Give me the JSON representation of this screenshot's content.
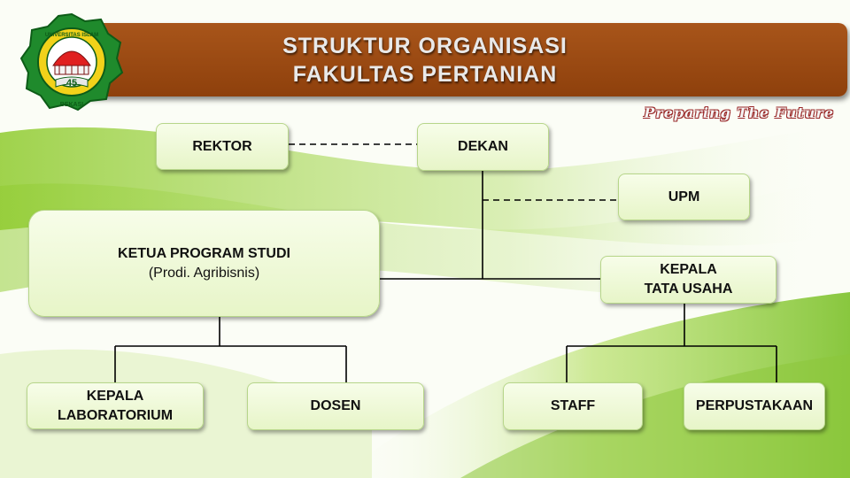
{
  "header": {
    "title_line1": "STRUKTUR ORGANISASI",
    "title_line2": "FAKULTAS PERTANIAN"
  },
  "logo": {
    "ring_text": "UNIVERSITAS ISLAM",
    "number": "45",
    "city": "BEKASI"
  },
  "tagline": "Preparing The Future",
  "org": {
    "rektor": "REKTOR",
    "dekan": "DEKAN",
    "upm": "UPM",
    "kaprodi_line1": "KETUA PROGRAM STUDI",
    "kaprodi_line2": "(Prodi. Agribisnis)",
    "katu_line1": "KEPALA",
    "katu_line2": "TATA USAHA",
    "kalab_line1": "KEPALA",
    "kalab_line2": "LABORATORIUM",
    "dosen": "DOSEN",
    "staff": "STAFF",
    "perpustakaan": "PERPUSTAKAAN"
  },
  "colors": {
    "banner": "#98460f",
    "box_fill": "#eef8d8",
    "background_green": "#9fd23c"
  }
}
